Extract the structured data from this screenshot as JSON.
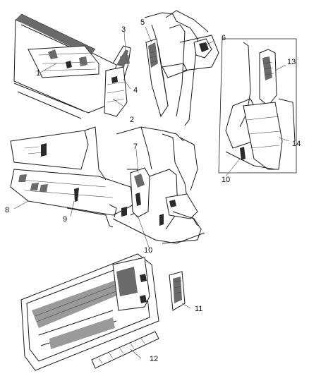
{
  "callouts": {
    "c1": "1",
    "c2": "2",
    "c3": "3",
    "c4": "4",
    "c5": "5",
    "c6": "6",
    "c7": "7",
    "c8": "8",
    "c9": "9",
    "c10a": "10",
    "c10b": "10",
    "c11": "11",
    "c12": "12",
    "c13": "13",
    "c14": "14"
  }
}
